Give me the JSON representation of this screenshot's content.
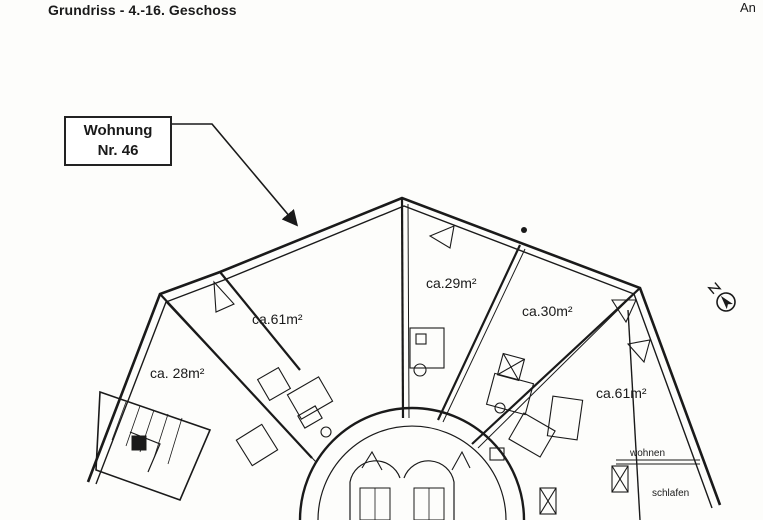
{
  "header": {
    "title": "Grundriss - 4.-16. Geschoss",
    "corner_text": "An"
  },
  "callout": {
    "line1": "Wohnung",
    "line2": "Nr. 46"
  },
  "rooms": [
    {
      "id": "unit-46",
      "area": "ca.61m²"
    },
    {
      "id": "unit-a",
      "area": "ca.29m²"
    },
    {
      "id": "unit-b",
      "area": "ca.30m²"
    },
    {
      "id": "unit-c",
      "area": "ca.61m²"
    },
    {
      "id": "unit-d",
      "area": "ca. 28m²"
    }
  ],
  "room_labels": {
    "living": "wohnen",
    "sleeping": "schlafen"
  },
  "icons": {
    "compass": "north-arrow-icon"
  },
  "colors": {
    "ink": "#1a1a1a",
    "paper": "#fdfdfb"
  }
}
